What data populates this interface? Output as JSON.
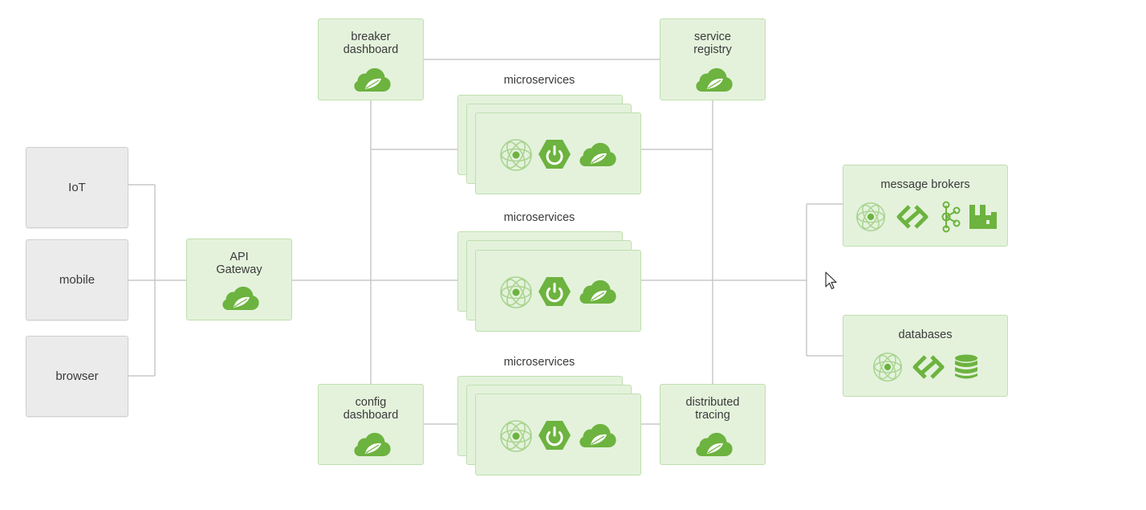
{
  "clients": [
    {
      "id": "iot",
      "label": "IoT"
    },
    {
      "id": "mobile",
      "label": "mobile"
    },
    {
      "id": "browser",
      "label": "browser"
    }
  ],
  "gateway": {
    "label": "API\nGateway"
  },
  "breaker_dashboard": {
    "label": "breaker\ndashboard"
  },
  "service_registry": {
    "label": "service\nregistry"
  },
  "config_dashboard": {
    "label": "config\ndashboard"
  },
  "distributed_tracing": {
    "label": "distributed\ntracing"
  },
  "microservice_groups": [
    {
      "title": "microservices",
      "icons": [
        "atom-icon",
        "spring-boot-power-icon",
        "spring-leaf-icon"
      ]
    },
    {
      "title": "microservices",
      "icons": [
        "atom-icon",
        "spring-boot-power-icon",
        "spring-leaf-icon"
      ]
    },
    {
      "title": "microservices",
      "icons": [
        "atom-icon",
        "spring-boot-power-icon",
        "spring-leaf-icon"
      ]
    }
  ],
  "message_brokers": {
    "label": "message brokers",
    "icons": [
      "atom-icon",
      "chain-link-icon",
      "kafka-icon",
      "factory-icon"
    ]
  },
  "databases": {
    "label": "databases",
    "icons": [
      "atom-icon",
      "chain-link-icon",
      "database-icon"
    ]
  },
  "colors": {
    "spring_green": "#6db33f",
    "box_fill": "#e4f2dc",
    "box_border": "#bfdfae",
    "client_fill": "#ebebeb",
    "connector": "#c8c8c8"
  }
}
